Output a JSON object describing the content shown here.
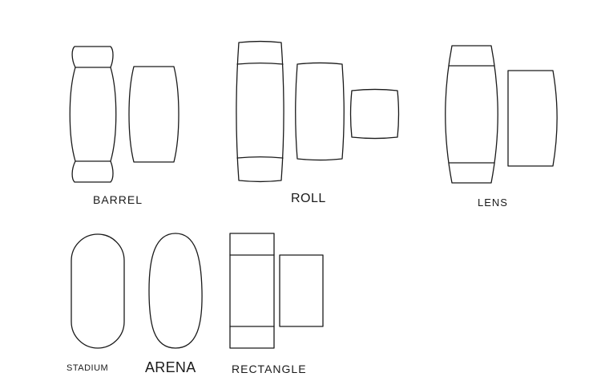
{
  "shapes": [
    {
      "id": "barrel",
      "label": "BARREL"
    },
    {
      "id": "roll",
      "label": "ROLL"
    },
    {
      "id": "lens",
      "label": "LENS"
    },
    {
      "id": "stadium",
      "label": "STADIUM"
    },
    {
      "id": "arena",
      "label": "ARENA"
    },
    {
      "id": "rectangle",
      "label": "RECTANGLE"
    }
  ],
  "colors": {
    "stroke": "#1a1a1a",
    "background": "#ffffff"
  }
}
